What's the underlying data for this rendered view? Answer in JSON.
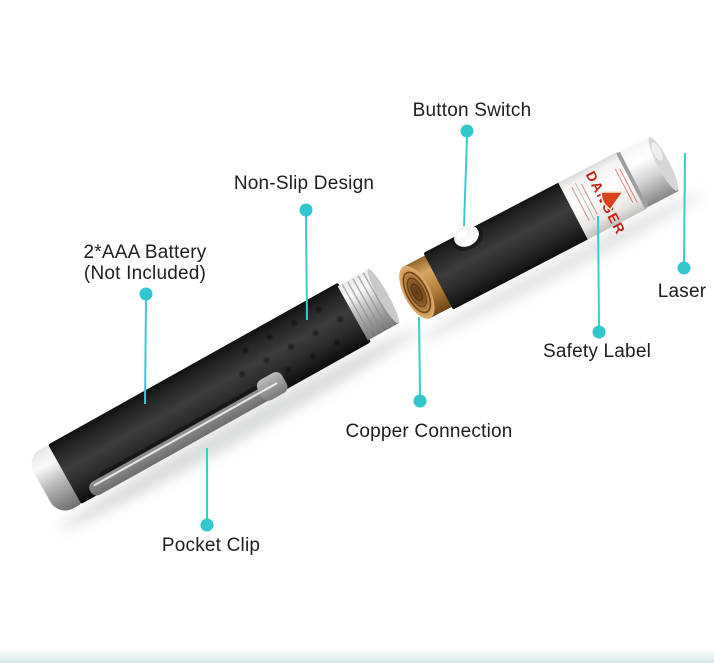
{
  "canvas": {
    "background": "#ffffff"
  },
  "colors": {
    "callout_accent": "#3acbd1",
    "label_text": "#1d1d1f",
    "sticker_warning_red": "#c5231b",
    "pen_body_black": "#2e2e2e",
    "copper": "#c89252",
    "chrome": "#d8d8d8"
  },
  "callouts": [
    {
      "id": "button-switch",
      "label": "Button Switch"
    },
    {
      "id": "non-slip-design",
      "label": "Non-Slip Design"
    },
    {
      "id": "battery",
      "label": "2*AAA Battery\n(Not Included)"
    },
    {
      "id": "laser",
      "label": "Laser"
    },
    {
      "id": "safety-label",
      "label": "Safety Label"
    },
    {
      "id": "copper-connection",
      "label": "Copper Connection"
    },
    {
      "id": "pocket-clip",
      "label": "Pocket Clip"
    }
  ],
  "sticker": {
    "text": "DANGER"
  }
}
